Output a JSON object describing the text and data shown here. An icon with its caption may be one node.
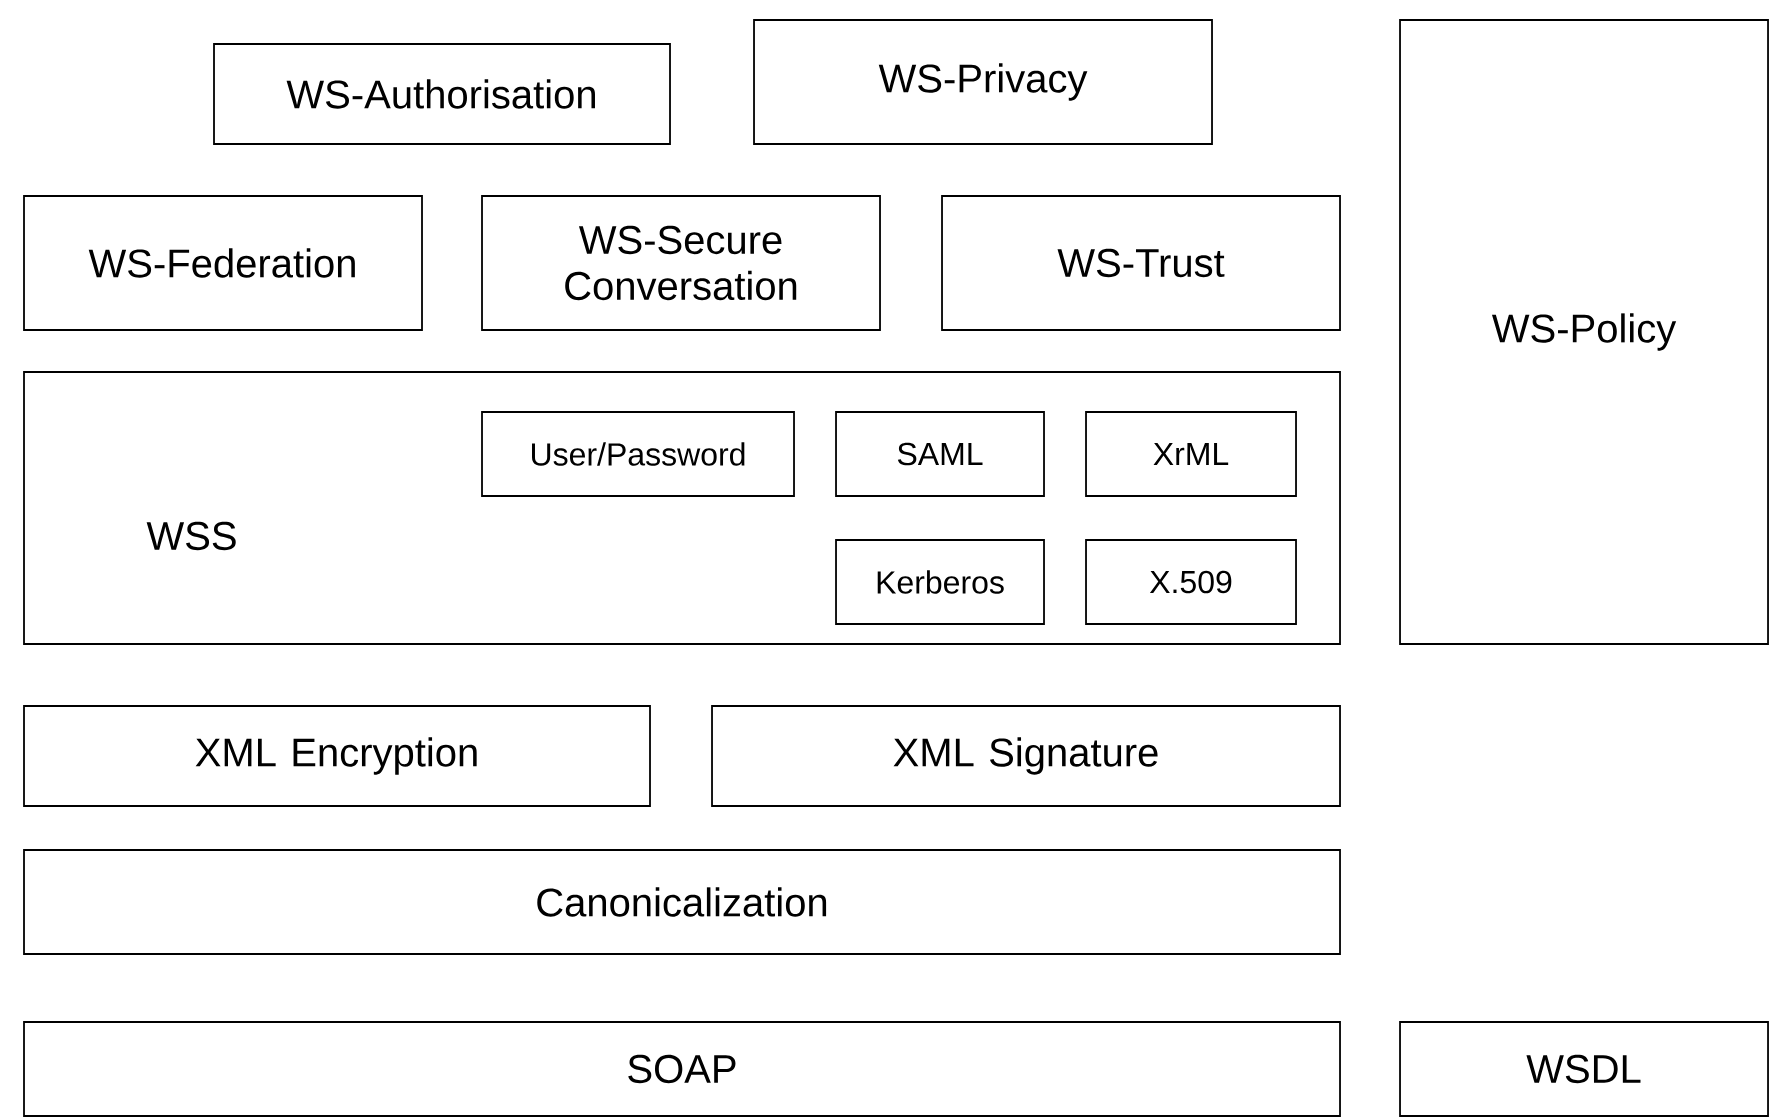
{
  "diagram": {
    "nodes": [
      {
        "text": [
          "WS-Authorisation"
        ]
      },
      {
        "text": [
          "WS-Privacy"
        ]
      },
      {
        "text": [
          "WS-Policy"
        ]
      },
      {
        "text": [
          "WS-Federation"
        ]
      },
      {
        "text": [
          "WS-Secure Conversation"
        ]
      },
      {
        "text": [
          "WS-Trust"
        ]
      },
      {
        "text": [
          "WSS"
        ]
      },
      {
        "text": [
          "User/Password"
        ],
        "in": 6
      },
      {
        "text": [
          "SAML"
        ],
        "in": 6
      },
      {
        "text": [
          "XrML"
        ],
        "in": 6
      },
      {
        "text": [
          "Kerberos"
        ],
        "in": 6
      },
      {
        "text": [
          "X.509"
        ],
        "in": 6
      },
      {
        "text": [
          "XML Encryption"
        ]
      },
      {
        "text": [
          "XML Signature"
        ]
      },
      {
        "text": [
          "Canonicalization"
        ]
      },
      {
        "text": [
          "SOAP"
        ]
      },
      {
        "text": [
          "WSDL"
        ]
      }
    ]
  }
}
